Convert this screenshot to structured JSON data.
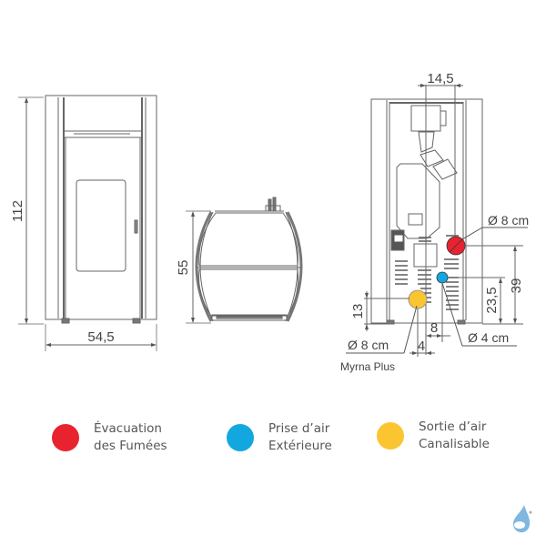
{
  "front_view": {
    "height_label": "112",
    "width_label": "54,5"
  },
  "side_view": {
    "depth_label": "55"
  },
  "rear_view": {
    "top_offset_label": "14,5",
    "flue_diameter_label": "Ø 8 cm",
    "flue_height_label": "39",
    "air_intake_height_label": "23,5",
    "air_intake_diameter_label": "Ø 4 cm",
    "air_intake_offset_label": "8",
    "ducted_height_label": "13",
    "ducted_diameter_label": "Ø 8 cm",
    "ducted_offset_label": "4",
    "model_label": "Myrna Plus"
  },
  "colors": {
    "flue": "#e8232f",
    "air_intake": "#13a7e0",
    "ducted": "#fbc531",
    "line": "#555555",
    "logo": "#7fb7e0"
  },
  "legend": [
    {
      "line1": "Évacuation",
      "line2": "des Fumées",
      "color": "#e8232f"
    },
    {
      "line1": "Prise d’air",
      "line2": "Extérieure",
      "color": "#13a7e0"
    },
    {
      "line1": "Sortie d’air",
      "line2": "Canalisable",
      "color": "#fbc531"
    }
  ],
  "logo": {
    "icon": "water-drop-logo-icon"
  }
}
